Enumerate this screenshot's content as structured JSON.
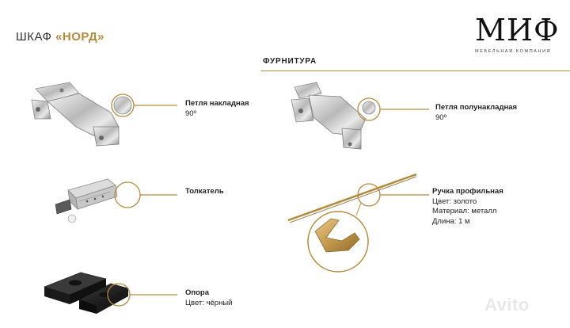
{
  "header": {
    "title_prefix": "ШКАФ ",
    "title_accent": "«НОРД»"
  },
  "logo": {
    "main": "МИФ",
    "sub": "МЕБЕЛЬНАЯ КОМПАНИЯ"
  },
  "section": {
    "title": "ФУРНИТУРА"
  },
  "items": {
    "hinge_overlay": {
      "name": "Петля накладная",
      "detail": "90º"
    },
    "hinge_half": {
      "name": "Петля полунакладная",
      "detail": "90º"
    },
    "pusher": {
      "name": "Толкатель"
    },
    "handle": {
      "name": "Ручка профильная",
      "color": "Цвет: золото",
      "material": "Материал: металл",
      "length": "Длина: 1 м"
    },
    "support": {
      "name": "Опора",
      "color": "Цвет: чёрный"
    }
  },
  "watermark": "Avito",
  "colors": {
    "accent": "#b68a3a",
    "text": "#222222"
  }
}
